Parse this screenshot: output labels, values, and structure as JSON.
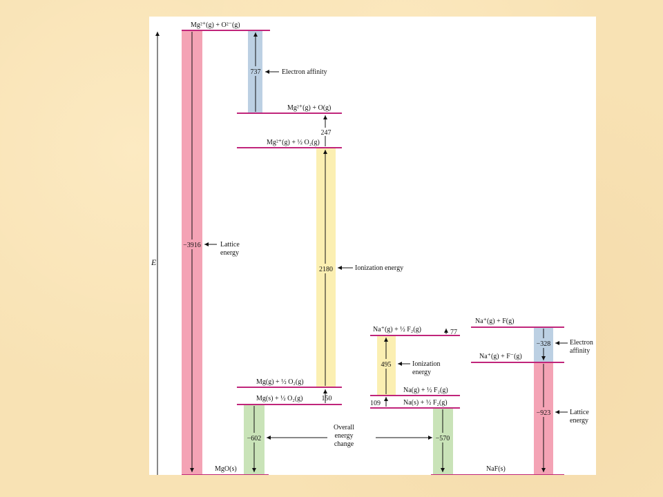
{
  "axis": {
    "label": "E"
  },
  "colors": {
    "background": "#f8e2b4",
    "level_line": "#c0247a",
    "lattice_bar": "#f4a3b5",
    "ionization_bar": "#fbefb2",
    "electron_affinity_bar": "#bcd0e3",
    "overall_bar": "#c9e3b8"
  },
  "mgo": {
    "levels": {
      "mg2_o2": "Mg²⁺(g) + O²⁻(g)",
      "mg2_o": "Mg²⁺(g) + O(g)",
      "mg2_half_o2": "Mg²⁺(g) + ½ O₂(g)",
      "mg_g_half_o2": "Mg(g) + ½ O₂(g)",
      "mg_s_half_o2": "Mg(s) + ½ O₂(g)",
      "mgo_s": "MgO(s)"
    },
    "values": {
      "lattice": "−3916",
      "electron_affinity": "737",
      "dissociation": "247",
      "ionization": "2180",
      "sublimation": "150",
      "overall": "−602"
    },
    "annotations": {
      "lattice_line1": "Lattice",
      "lattice_line2": "energy",
      "electron_affinity": "Electron affinity",
      "ionization": "Ionization energy"
    }
  },
  "naf": {
    "levels": {
      "na_plus_f": "Na⁺(g) + F(g)",
      "na_plus_half_f2": "Na⁺(g) + ½ F₂(g)",
      "na_plus_f_minus": "Na⁺(g) + F⁻(g)",
      "na_g_half_f2": "Na(g) + ½ F₂(g)",
      "na_s_half_f2": "Na(s) + ½ F₂(g)",
      "naf_s": "NaF(s)"
    },
    "values": {
      "dissociation": "77",
      "ionization": "495",
      "sublimation": "109",
      "electron_affinity": "−328",
      "lattice": "−923",
      "overall": "−570"
    },
    "annotations": {
      "ionization_line1": "Ionization",
      "ionization_line2": "energy",
      "electron_affinity_line1": "Electron",
      "electron_affinity_line2": "affinity",
      "lattice_line1": "Lattice",
      "lattice_line2": "energy"
    }
  },
  "overall": {
    "line1": "Overall",
    "line2": "energy",
    "line3": "change"
  }
}
